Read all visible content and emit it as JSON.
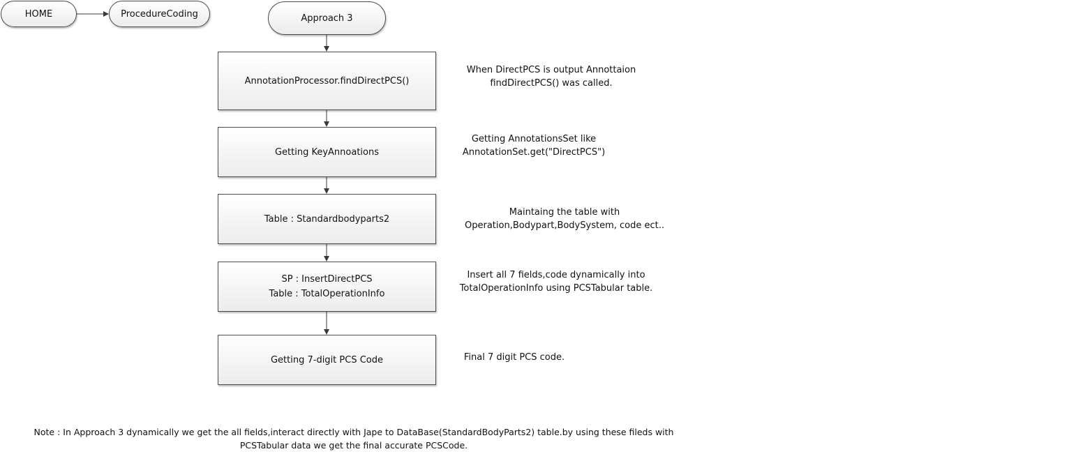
{
  "nav": {
    "home_label": "HOME",
    "procedure_label": "ProcedureCoding"
  },
  "flow": {
    "start_label": "Approach 3",
    "steps": [
      {
        "lines": [
          "AnnotationProcessor.findDirectPCS()"
        ]
      },
      {
        "lines": [
          "Getting KeyAnnoations"
        ]
      },
      {
        "lines": [
          "Table : Standardbodyparts2"
        ]
      },
      {
        "lines": [
          "SP : InsertDirectPCS",
          "Table : TotalOperationInfo"
        ]
      },
      {
        "lines": [
          "Getting 7-digit PCS Code"
        ]
      }
    ]
  },
  "annotations": [
    {
      "lines": [
        "When DirectPCS is output Annottaion",
        "findDirectPCS() was called."
      ]
    },
    {
      "lines": [
        "Getting AnnotationsSet like",
        "AnnotationSet.get(\"DirectPCS\")"
      ]
    },
    {
      "lines": [
        "Maintaing the table with",
        "Operation,Bodypart,BodySystem, code ect.."
      ]
    },
    {
      "lines": [
        "Insert all 7 fields,code dynamically into",
        "TotalOperationInfo using PCSTabular table."
      ]
    },
    {
      "lines": [
        "Final 7 digit PCS code."
      ]
    }
  ],
  "footer": {
    "lines": [
      "Note : In Approach 3 dynamically we get the all fields,interact directly with Jape to DataBase(StandardBodyParts2) table.by using these fileds with",
      "PCSTabular data we get the final accurate PCSCode."
    ]
  },
  "colors": {
    "stroke": "#4a4a4a",
    "fill_top": "#ffffff",
    "fill_bottom": "#ececec",
    "text": "#111111"
  }
}
